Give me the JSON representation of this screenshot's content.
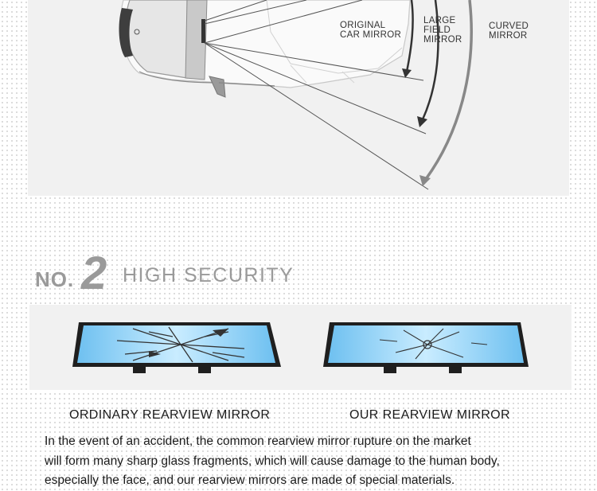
{
  "diagram": {
    "labels": {
      "original": "ORIGINAL\nCAR MIRROR",
      "large_field": "LARGE\nFIELD\nMIRROR",
      "curved": "CURVED\nMIRROR"
    }
  },
  "section": {
    "no_prefix": "NO.",
    "no_number": "2",
    "title": "HIGH SECURITY"
  },
  "comparison": {
    "left_caption": "ORDINARY REARVIEW MIRROR",
    "right_caption": "OUR REARVIEW MIRROR"
  },
  "description": {
    "line1": "In the event of an accident, the common rearview mirror rupture on the market",
    "line2": "will form many sharp glass fragments, which will cause damage to the human body,",
    "line3": "especially the face, and our rearview mirrors are made of special materials."
  }
}
